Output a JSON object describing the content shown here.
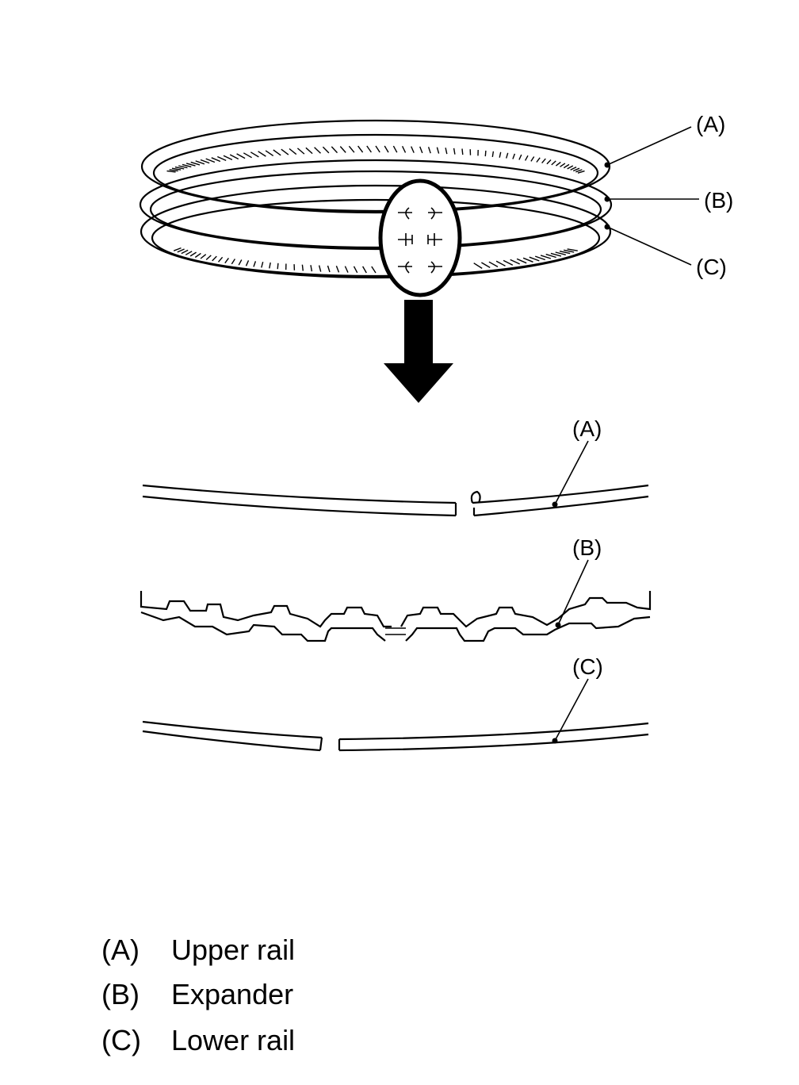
{
  "callouts": {
    "top": [
      "(A)",
      "(B)",
      "(C)"
    ],
    "detail": [
      "(A)",
      "(B)",
      "(C)"
    ]
  },
  "legend": [
    {
      "key": "(A)",
      "label": "Upper rail"
    },
    {
      "key": "(B)",
      "label": "Expander"
    },
    {
      "key": "(C)",
      "label": "Lower rail"
    }
  ]
}
